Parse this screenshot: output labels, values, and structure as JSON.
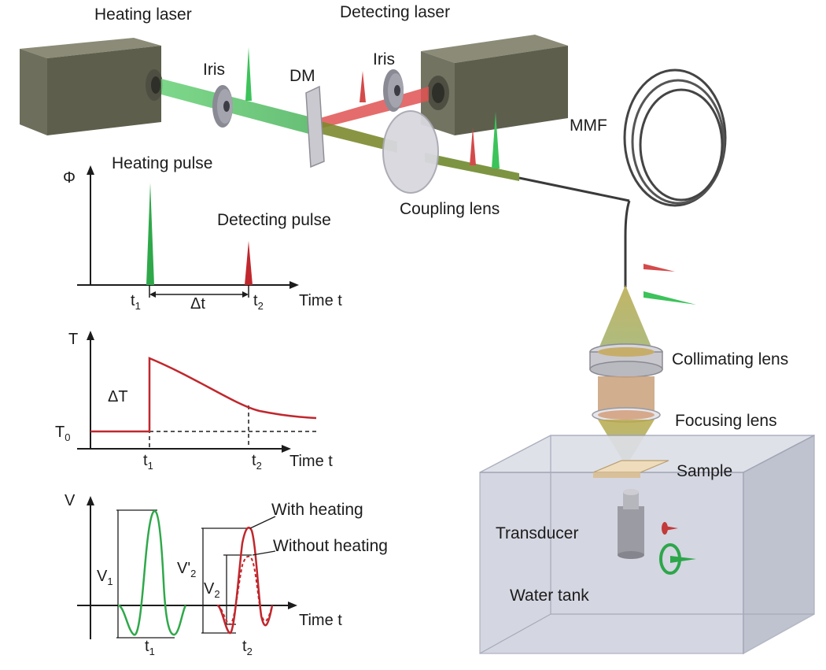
{
  "labels": {
    "heating_laser": "Heating laser",
    "detecting_laser": "Detecting laser",
    "iris_left": "Iris",
    "iris_right": "Iris",
    "dm": "DM",
    "mmf": "MMF",
    "coupling_lens": "Coupling lens",
    "collimating_lens": "Collimating lens",
    "focusing_lens": "Focusing lens",
    "sample": "Sample",
    "transducer": "Transducer",
    "water_tank": "Water tank"
  },
  "plot1": {
    "ylabel": "Φ",
    "heating_pulse": "Heating pulse",
    "detecting_pulse": "Detecting pulse",
    "t1": "t",
    "t1_sub": "1",
    "t2": "t",
    "t2_sub": "2",
    "dt": "Δt",
    "xlabel": "Time t"
  },
  "plot2": {
    "ylabel": "T",
    "t0": "T",
    "t0_sub": "0",
    "dT": "ΔT",
    "t1": "t",
    "t1_sub": "1",
    "t2": "t",
    "t2_sub": "2",
    "xlabel": "Time t"
  },
  "plot3": {
    "ylabel": "V",
    "v1": "V",
    "v1_sub": "1",
    "v2p": "V'",
    "v2p_sub": "2",
    "v2": "V",
    "v2_sub": "2",
    "with_heating": "With heating",
    "without_heating": "Without heating",
    "t1": "t",
    "t1_sub": "1",
    "t2": "t",
    "t2_sub": "2",
    "xlabel": "Time t"
  },
  "colors": {
    "green": "#2fa84a",
    "red": "#c0272d",
    "laser_body": "#6b6b5a",
    "tank": "#b9bccb"
  }
}
